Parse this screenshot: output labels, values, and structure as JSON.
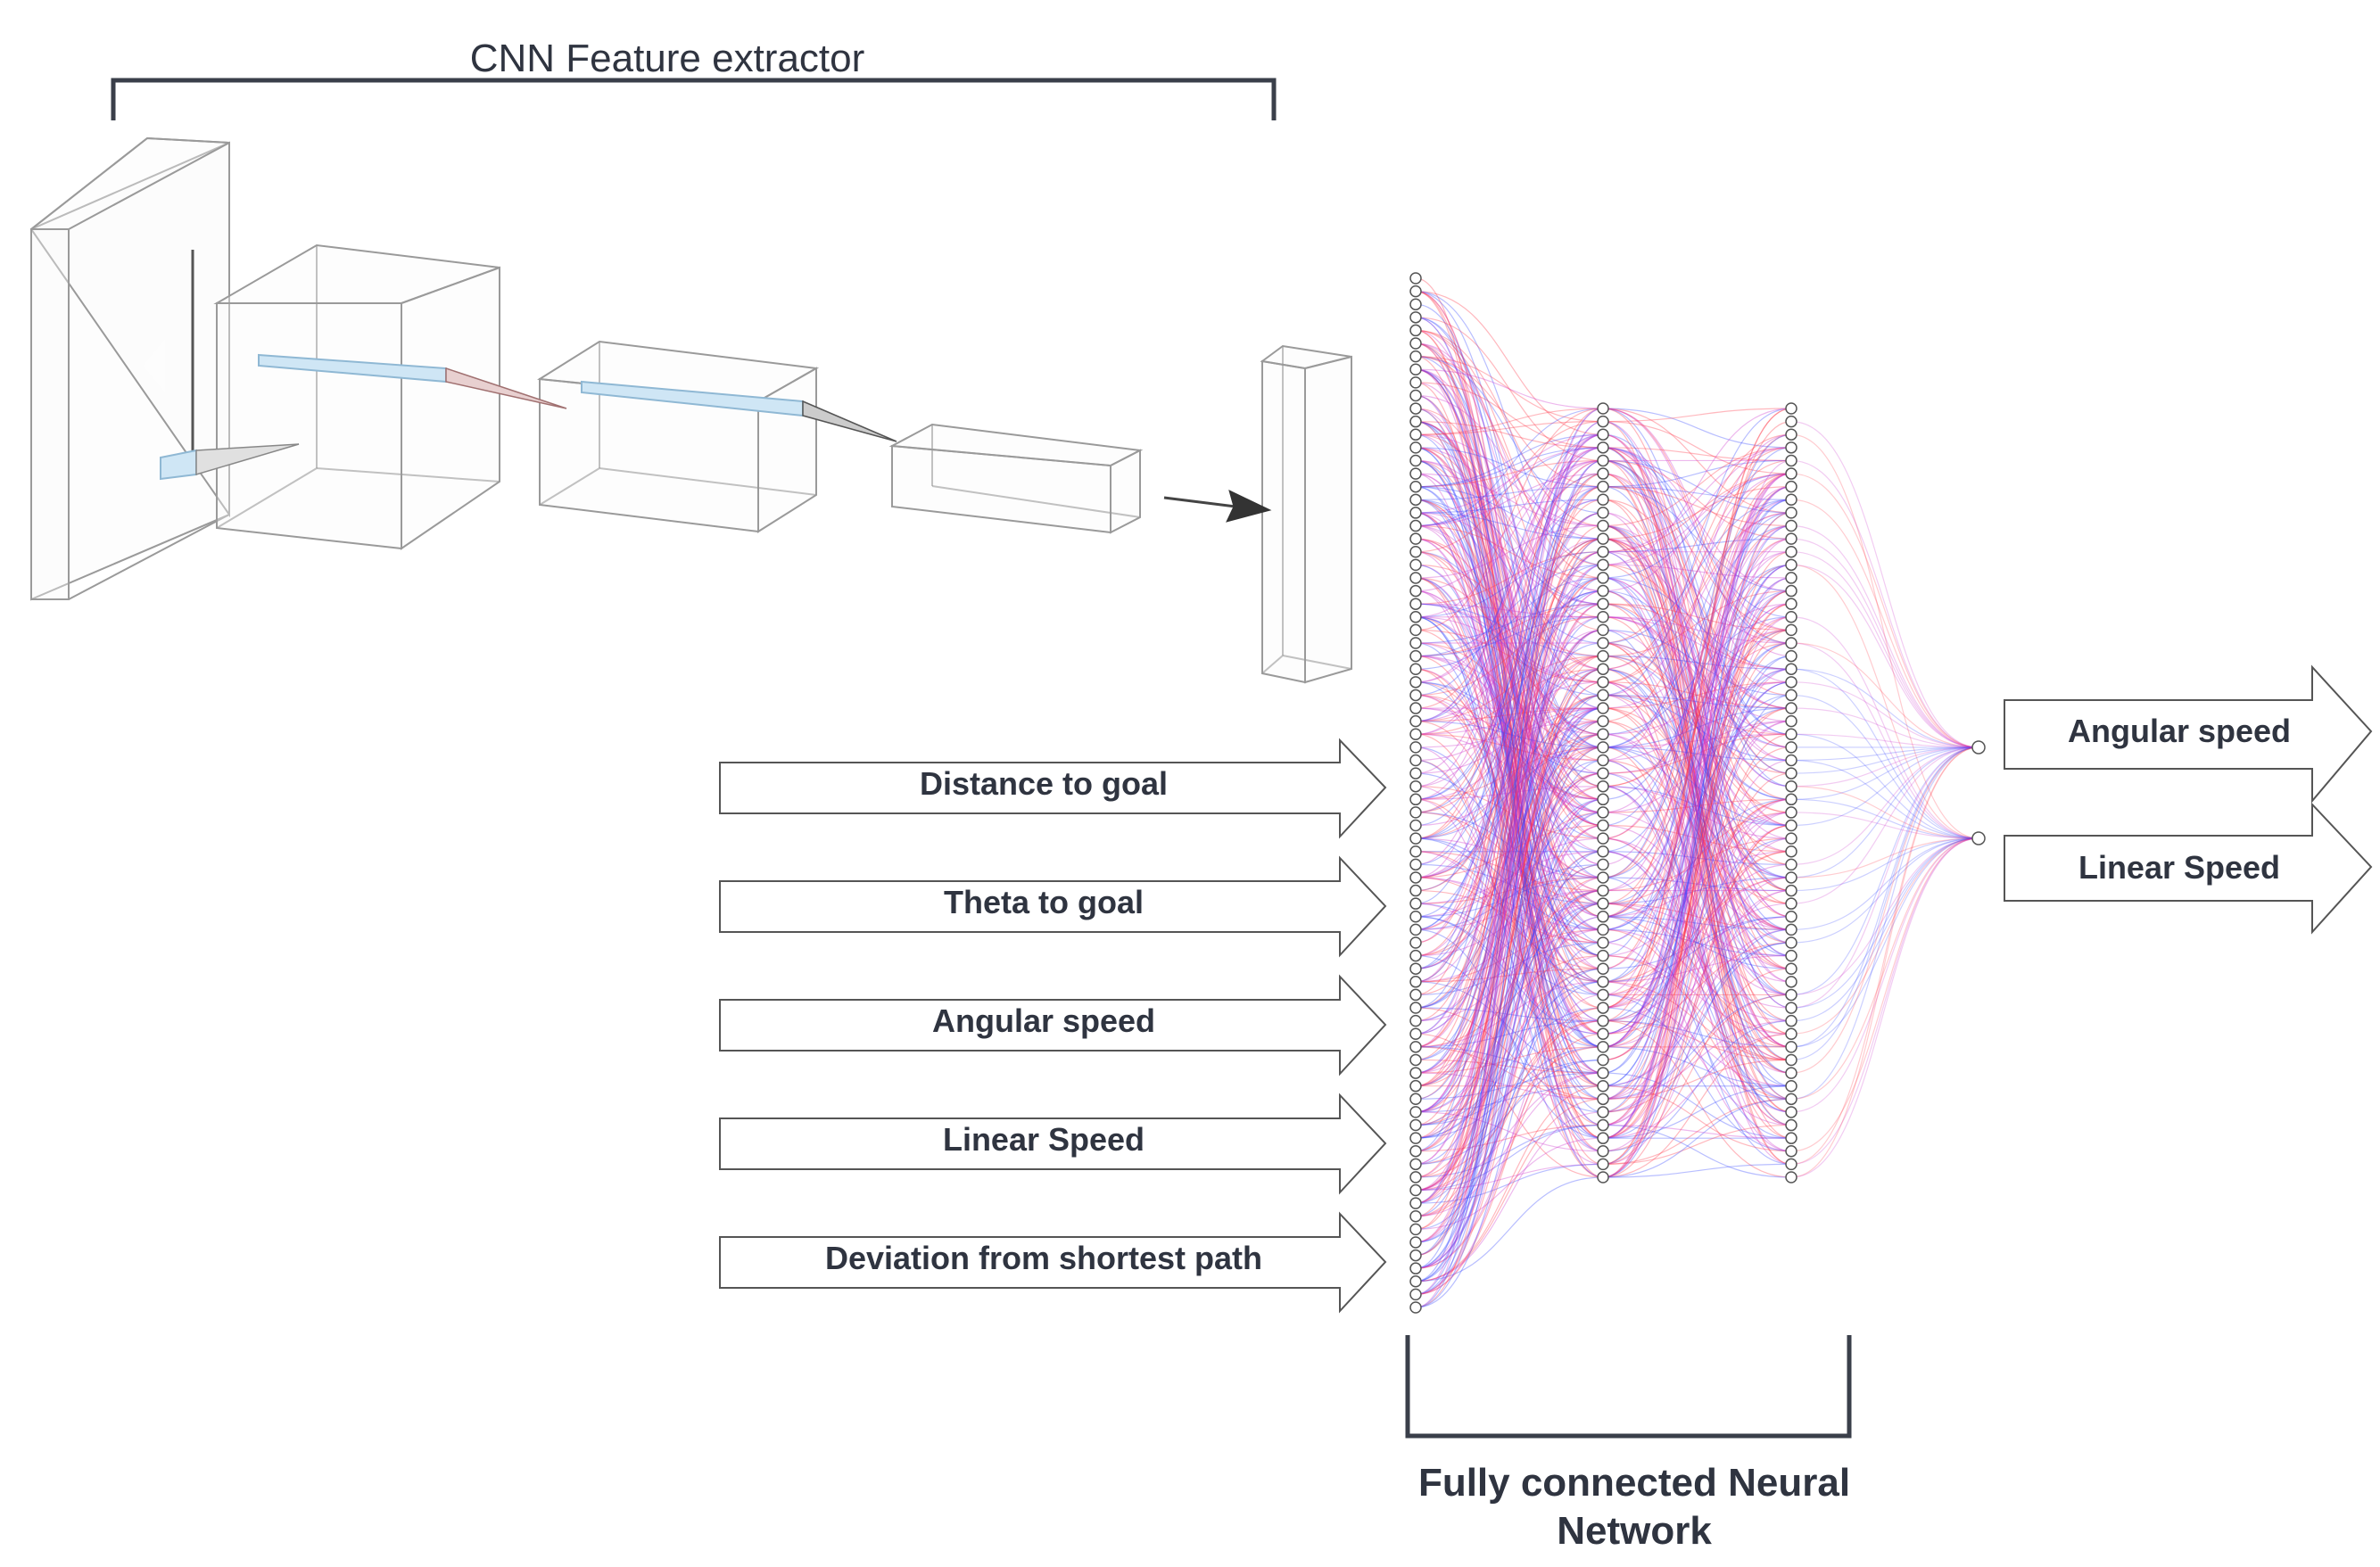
{
  "cnn_bracket_title": "CNN Feature extractor",
  "fc_bracket_title": [
    "Fully connected Neural",
    "Network"
  ],
  "input_arrows": [
    "Distance to goal",
    "Theta to goal",
    "Angular speed",
    "Linear Speed",
    "Deviation from shortest path"
  ],
  "output_arrows": [
    "Angular speed",
    "Linear Speed"
  ],
  "network": {
    "layer_sizes": [
      80,
      60,
      60,
      2
    ],
    "connection_colors": [
      "#ff3344",
      "#3344ff",
      "#cc33cc"
    ]
  },
  "colors": {
    "text": "#2f3440",
    "bracket": "#3a3f4a",
    "box_stroke": "#999999",
    "kernel_fill": "#cfe6f5",
    "neuron_stroke": "#555555"
  }
}
